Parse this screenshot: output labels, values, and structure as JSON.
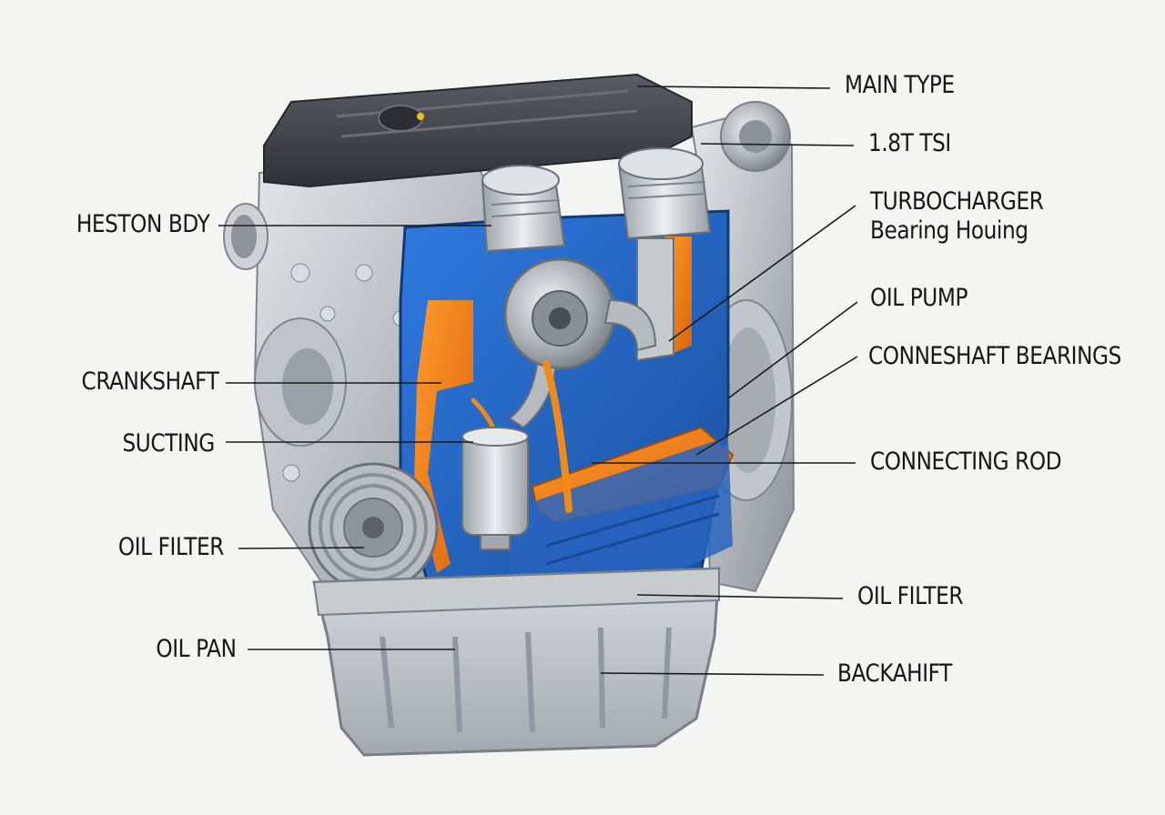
{
  "labels": {
    "main_type": "MAIN TYPE",
    "engine_code": "1.8T TSI",
    "turbocharger_line1": "TURBOCHARGER",
    "turbocharger_line2": "Bearing Houing",
    "heston_body": "HESTON BDY",
    "oil_pump": "OIL PUMP",
    "crankshaft": "CRANKSHAFT",
    "conneshaft_bearings": "CONNESHAFT BEARINGS",
    "sucting": "SUCTING",
    "connecting_rod": "CONNECTING ROD",
    "oil_filter_left": "OIL FILTER",
    "oil_filter_right": "OIL FILTER",
    "oil_pan": "OIL PAN",
    "backahift": "BACKAHIFT"
  },
  "colors": {
    "background": "#f4f4f3",
    "block_blue": "#1f63c4",
    "oil_orange": "#ef7a12",
    "valve_cover": "#3c3f44",
    "aluminum": "#b8bcc1",
    "leader_line": "#1a1a1a",
    "label_text": "#161616"
  },
  "icons": [
    "engine-cutaway-illustration"
  ]
}
